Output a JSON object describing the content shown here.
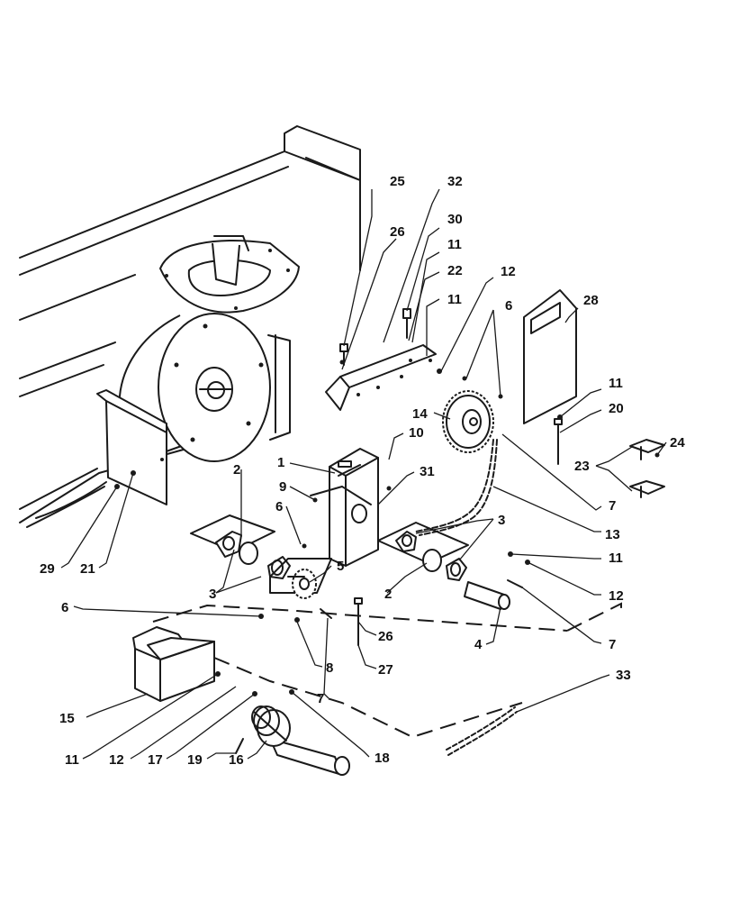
{
  "diagram": {
    "callouts": [
      {
        "id": "c25",
        "label": "25"
      },
      {
        "id": "c32",
        "label": "32"
      },
      {
        "id": "c26a",
        "label": "26"
      },
      {
        "id": "c30",
        "label": "30"
      },
      {
        "id": "c11a",
        "label": "11"
      },
      {
        "id": "c22",
        "label": "22"
      },
      {
        "id": "c11b",
        "label": "11"
      },
      {
        "id": "c12a",
        "label": "12"
      },
      {
        "id": "c6a",
        "label": "6"
      },
      {
        "id": "c28",
        "label": "28"
      },
      {
        "id": "c11c",
        "label": "11"
      },
      {
        "id": "c20",
        "label": "20"
      },
      {
        "id": "c14",
        "label": "14"
      },
      {
        "id": "c10",
        "label": "10"
      },
      {
        "id": "c1",
        "label": "1"
      },
      {
        "id": "c31",
        "label": "31"
      },
      {
        "id": "c24",
        "label": "24"
      },
      {
        "id": "c23",
        "label": "23"
      },
      {
        "id": "c2a",
        "label": "2"
      },
      {
        "id": "c9",
        "label": "9"
      },
      {
        "id": "c6b",
        "label": "6"
      },
      {
        "id": "c7a",
        "label": "7"
      },
      {
        "id": "c3a",
        "label": "3"
      },
      {
        "id": "c13",
        "label": "13"
      },
      {
        "id": "c29",
        "label": "29"
      },
      {
        "id": "c21",
        "label": "21"
      },
      {
        "id": "c11d",
        "label": "11"
      },
      {
        "id": "c5",
        "label": "5"
      },
      {
        "id": "c3b",
        "label": "3"
      },
      {
        "id": "c2b",
        "label": "2"
      },
      {
        "id": "c12b",
        "label": "12"
      },
      {
        "id": "c6c",
        "label": "6"
      },
      {
        "id": "c26b",
        "label": "26"
      },
      {
        "id": "c7b",
        "label": "7"
      },
      {
        "id": "c4",
        "label": "4"
      },
      {
        "id": "c8",
        "label": "8"
      },
      {
        "id": "c27",
        "label": "27"
      },
      {
        "id": "c33",
        "label": "33"
      },
      {
        "id": "c7c",
        "label": "7"
      },
      {
        "id": "c15",
        "label": "15"
      },
      {
        "id": "c11e",
        "label": "11"
      },
      {
        "id": "c12c",
        "label": "12"
      },
      {
        "id": "c17",
        "label": "17"
      },
      {
        "id": "c19",
        "label": "19"
      },
      {
        "id": "c16",
        "label": "16"
      },
      {
        "id": "c18",
        "label": "18"
      }
    ]
  }
}
